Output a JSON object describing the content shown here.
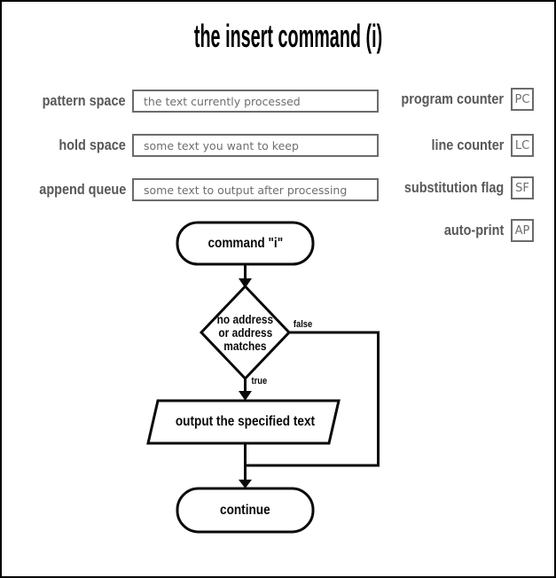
{
  "title": "the insert command (i)",
  "registers": {
    "left": [
      {
        "label": "pattern space",
        "value": "the text currently processed"
      },
      {
        "label": "hold space",
        "value": "some text you want to keep"
      },
      {
        "label": "append queue",
        "value": "some text to output after processing"
      }
    ],
    "right": [
      {
        "label": "program counter",
        "abbr": "PC"
      },
      {
        "label": "line counter",
        "abbr": "LC"
      },
      {
        "label": "substitution flag",
        "abbr": "SF"
      },
      {
        "label": "auto-print",
        "abbr": "AP"
      }
    ]
  },
  "flowchart": {
    "start": "command \"i\"",
    "decision": {
      "lines": [
        "no address",
        "or address",
        "matches"
      ]
    },
    "branch_false": "false",
    "branch_true": "true",
    "process": "output the specified text",
    "end": "continue"
  },
  "colors": {
    "ink": "#0a0a0a",
    "label_gray": "#58585b",
    "box_border_gray": "#6b6b6b",
    "box_text_gray": "#6e6e6e",
    "background": "#ffffff"
  }
}
